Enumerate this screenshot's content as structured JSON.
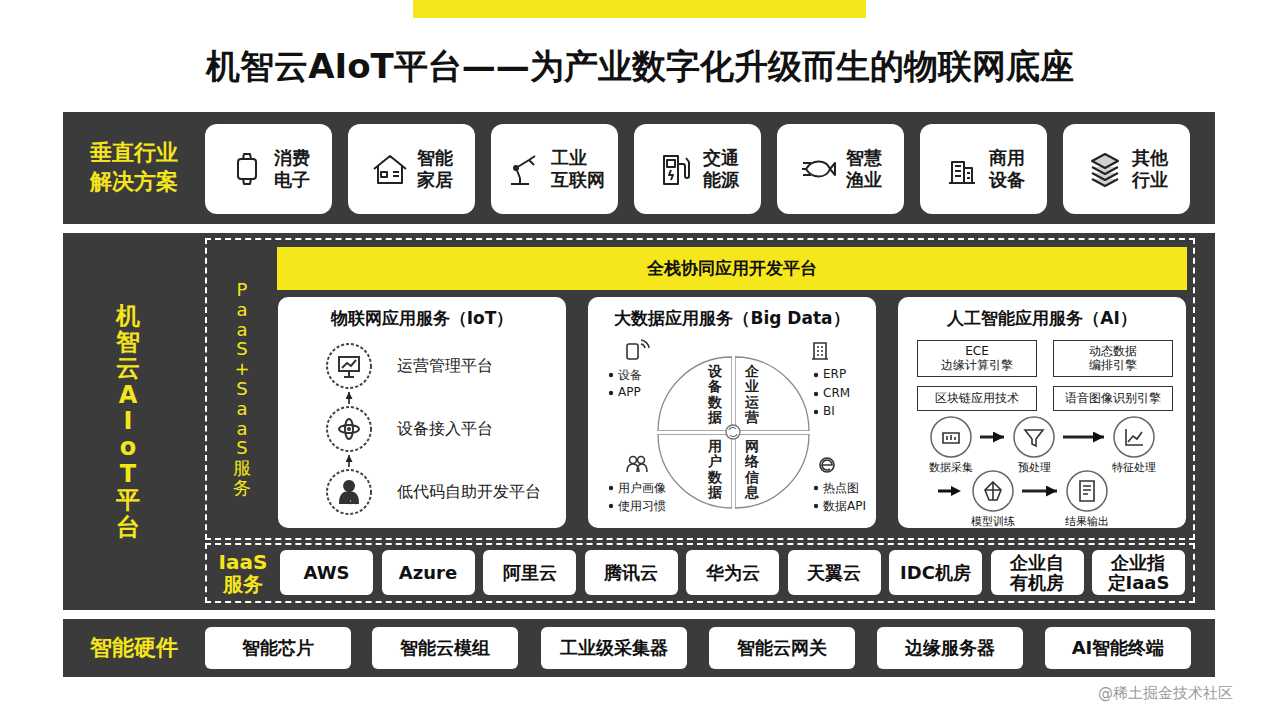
{
  "diagram": {
    "title": "机智云AIoT平台——为产业数字化升级而生的物联网底座",
    "nodes": [
      {
        "text": [
          "垂直行业 解决方案"
        ]
      },
      {
        "text": [
          "消费 电子"
        ],
        "in": 0
      },
      {
        "text": [
          "智能 家居"
        ],
        "in": 0
      },
      {
        "text": [
          "工业 互联网"
        ],
        "in": 0
      },
      {
        "text": [
          "交通 能源"
        ],
        "in": 0
      },
      {
        "text": [
          "智慧 渔业"
        ],
        "in": 0
      },
      {
        "text": [
          "商用 设备"
        ],
        "in": 0
      },
      {
        "text": [
          "其他 行业"
        ],
        "in": 0
      },
      {
        "text": [
          "机智云AIoT平台"
        ]
      },
      {
        "text": [
          "PaaS+SaaS服务"
        ],
        "in": 8
      },
      {
        "text": [
          "全栈协同应用开发平台"
        ],
        "in": 9
      },
      {
        "text": [
          "物联网应用服务（IoT）"
        ],
        "in": 9
      },
      {
        "text": [
          "运营管理平台"
        ],
        "in": 11
      },
      {
        "text": [
          "设备接入平台"
        ],
        "in": 11
      },
      {
        "text": [
          "低代码自助开发平台"
        ],
        "in": 11
      },
      {
        "text": [
          "大数据应用服务（Big Data）"
        ],
        "in": 9
      },
      {
        "text": [
          "设备数据"
        ],
        "in": 15
      },
      {
        "text": [
          "企业运营"
        ],
        "in": 15
      },
      {
        "text": [
          "用户数据"
        ],
        "in": 15
      },
      {
        "text": [
          "网络信息"
        ],
        "in": 15
      },
      {
        "text": [
          "人工智能应用服务（AI）"
        ],
        "in": 9
      },
      {
        "text": [
          "ECE 边缘计算引擎"
        ],
        "in": 20
      },
      {
        "text": [
          "动态数据 编排引擎"
        ],
        "in": 20
      },
      {
        "text": [
          "区块链应用技术"
        ],
        "in": 20
      },
      {
        "text": [
          "语音图像识别引擎"
        ],
        "in": 20
      },
      {
        "text": [
          "数据采集"
        ],
        "in": 20
      },
      {
        "text": [
          "预处理"
        ],
        "in": 20
      },
      {
        "text": [
          "特征处理"
        ],
        "in": 20
      },
      {
        "text": [
          "模型训练"
        ],
        "in": 20
      },
      {
        "text": [
          "结果输出"
        ],
        "in": 20
      },
      {
        "text": [
          "IaaS 服务"
        ],
        "in": 8
      },
      {
        "text": [
          "AWS"
        ],
        "in": 30
      },
      {
        "text": [
          "Azure"
        ],
        "in": 30
      },
      {
        "text": [
          "阿里云"
        ],
        "in": 30
      },
      {
        "text": [
          "腾讯云"
        ],
        "in": 30
      },
      {
        "text": [
          "华为云"
        ],
        "in": 30
      },
      {
        "text": [
          "天翼云"
        ],
        "in": 30
      },
      {
        "text": [
          "IDC机房"
        ],
        "in": 30
      },
      {
        "text": [
          "企业自 有机房"
        ],
        "in": 30
      },
      {
        "text": [
          "企业指 定IaaS"
        ],
        "in": 30
      },
      {
        "text": [
          "智能硬件"
        ]
      },
      {
        "text": [
          "智能芯片"
        ],
        "in": 40
      },
      {
        "text": [
          "智能云模组"
        ],
        "in": 40
      },
      {
        "text": [
          "工业级采集器"
        ],
        "in": 40
      },
      {
        "text": [
          "智能云网关"
        ],
        "in": 40
      },
      {
        "text": [
          "边缘服务器"
        ],
        "in": 40
      },
      {
        "text": [
          "AI智能终端"
        ],
        "in": 40
      }
    ],
    "edges": [
      {
        "from": 14,
        "to": 13,
        "arrow": "to"
      },
      {
        "from": 13,
        "to": 12,
        "arrow": "to"
      },
      {
        "from": 25,
        "to": 26,
        "arrow": "to"
      },
      {
        "from": 26,
        "to": 27,
        "arrow": "to"
      },
      {
        "from": 28,
        "to": 29,
        "arrow": "to"
      }
    ],
    "labels": [
      "设备",
      "APP",
      "ERP",
      "CRM",
      "BI",
      "用户画像",
      "使用习惯",
      "热点图",
      "数据API",
      "@稀土掘金技术社区"
    ]
  }
}
